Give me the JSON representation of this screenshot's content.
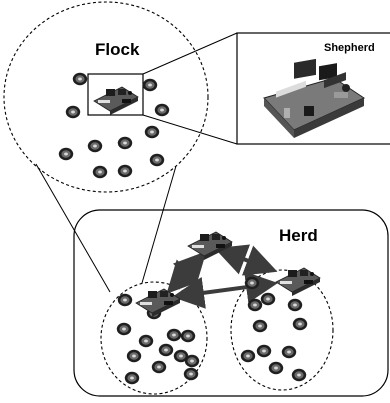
{
  "labels": {
    "flock": "Flock",
    "shepherd": "Shepherd",
    "herd": "Herd"
  },
  "icons": {
    "node": "sensor-node-icon",
    "board": "circuit-board-icon"
  },
  "colors": {
    "line": "#000000",
    "arrow": "#3c3c3c",
    "node_outer": "#1f1f1f",
    "node_mid": "#6a6a6a",
    "node_hole": "#d8d8d8",
    "board": "#5a5a5a"
  }
}
